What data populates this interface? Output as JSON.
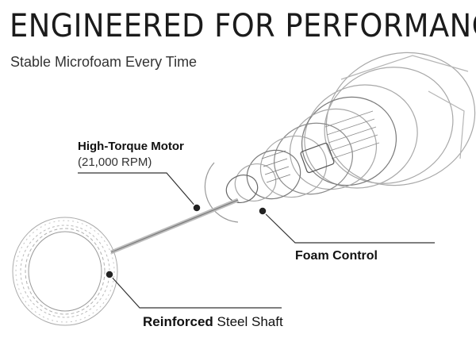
{
  "header": {
    "title": "ENGINEERED FOR PERFORMANCE",
    "subtitle": "Stable Microfoam Every Time"
  },
  "callouts": {
    "motor": {
      "title": "High-Torque Motor",
      "detail": "(21,000 RPM)"
    },
    "foam": {
      "title": "Foam Control"
    },
    "shaft": {
      "bold": "Reinforced",
      "rest": " Steel Shaft"
    }
  },
  "colors": {
    "text": "#111111",
    "line": "#333333",
    "art": "#9a9a9a"
  },
  "icons": [
    "whisk-coil-icon",
    "motor-assembly-icon"
  ]
}
